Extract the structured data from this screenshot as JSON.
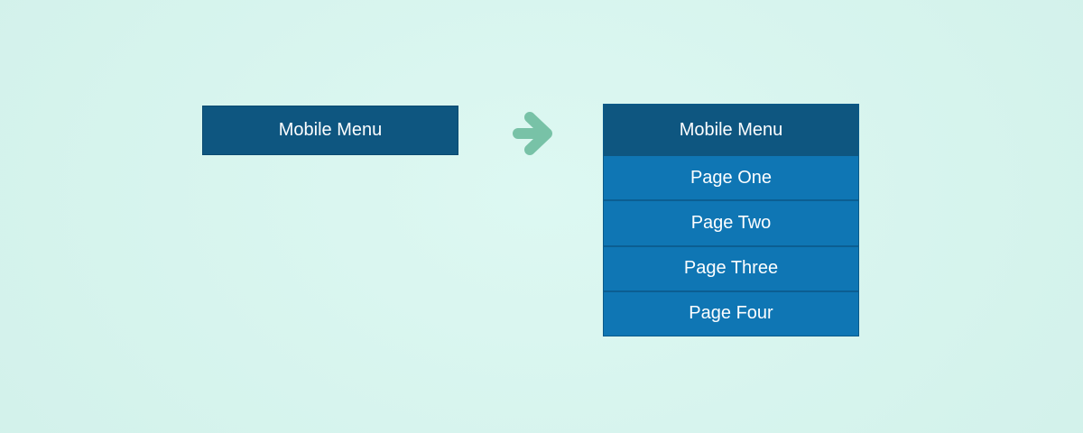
{
  "diagram": {
    "description": "Mobile menu collapsed state expanding to open state",
    "collapsed_menu": {
      "label": "Mobile Menu"
    },
    "arrow": {
      "meaning": "expands-to",
      "direction": "right"
    },
    "expanded_menu": {
      "header_label": "Mobile Menu",
      "items": [
        {
          "label": "Page One"
        },
        {
          "label": "Page Two"
        },
        {
          "label": "Page Three"
        },
        {
          "label": "Page Four"
        }
      ]
    }
  },
  "colors": {
    "dark_blue": "#0e5680",
    "item_blue": "#0f76b4",
    "divider_blue": "#0b5e92",
    "menu_border": "#0a5a8a",
    "button_border": "#0a4a70",
    "arrow_green": "#78c2a7",
    "text_white": "#fdfeff",
    "bg_center": "#ddf8f2",
    "bg_edge": "#d0f0e9"
  }
}
